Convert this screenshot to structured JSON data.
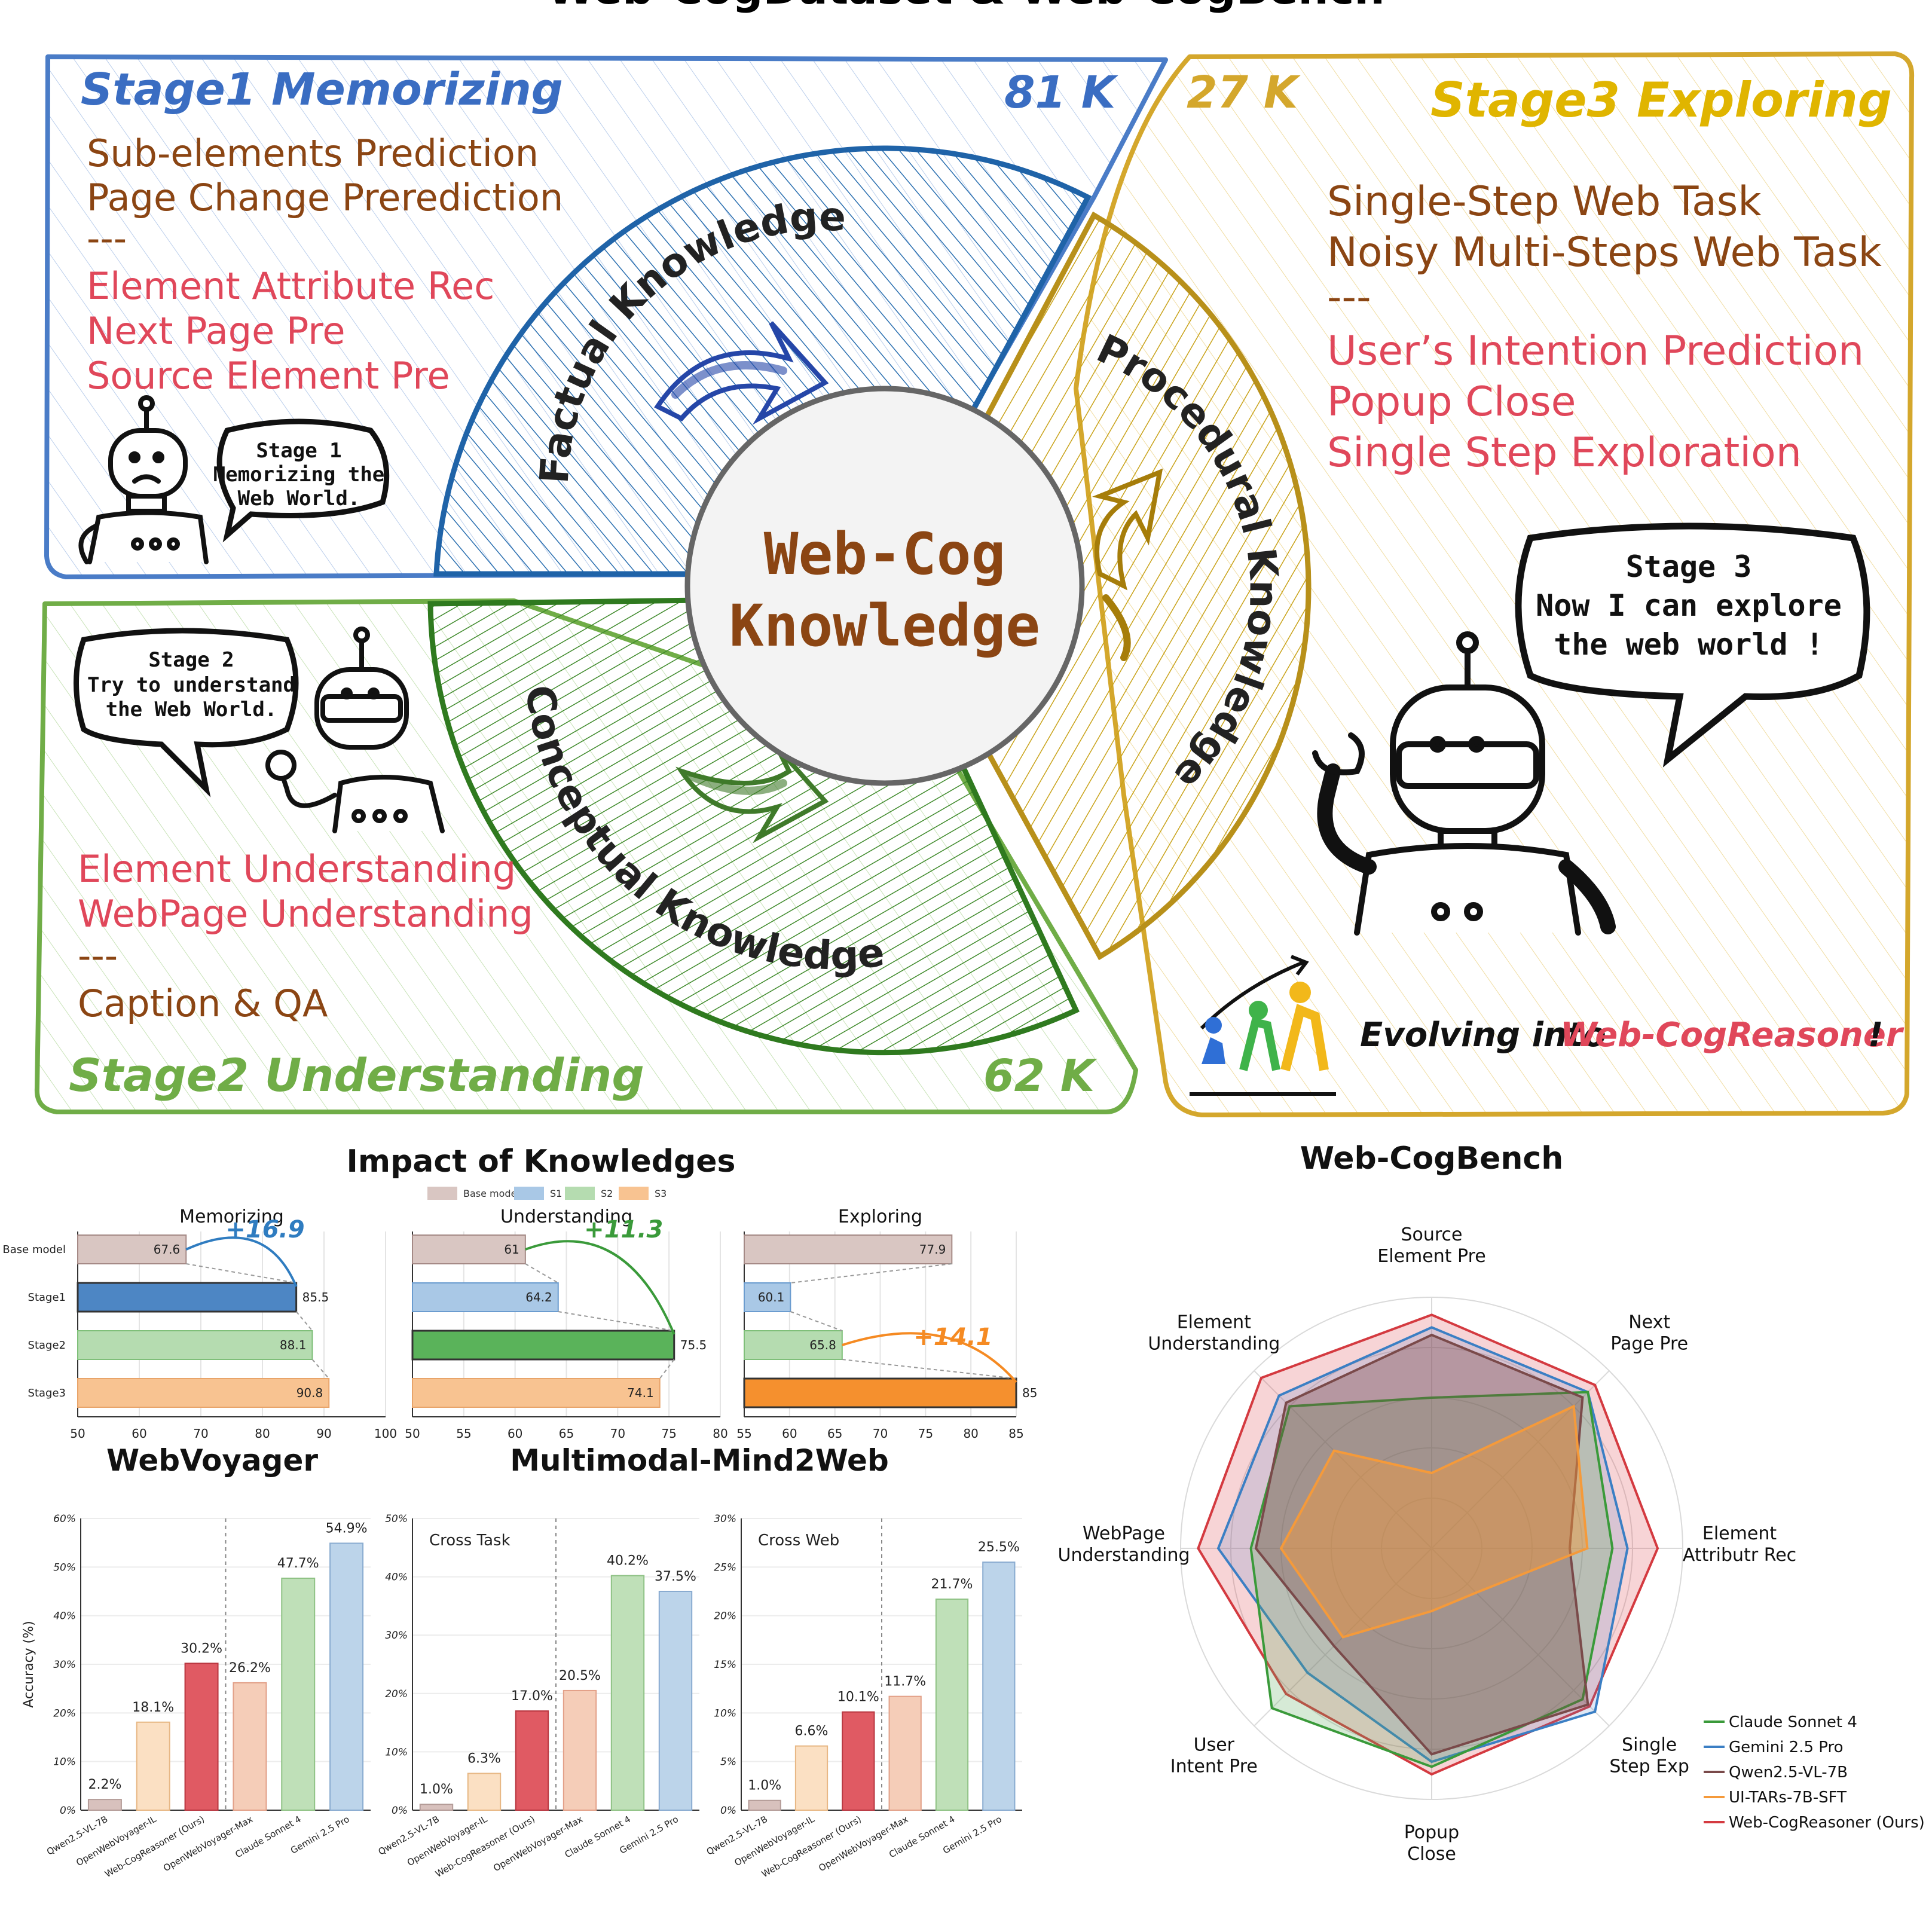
{
  "header_title": "Web-CogDataset & Web-CogBench",
  "stage1": {
    "title": "Stage1 Memorizing",
    "count": "81 K",
    "items_primary": [
      "Sub-elements Prediction",
      "Page Change Prerediction"
    ],
    "separator": "---",
    "items_secondary": [
      "Element Attribute Rec",
      "Next Page Pre",
      "Source Element Pre"
    ],
    "speech": [
      "Stage 1",
      "Memorizing the",
      "Web World."
    ]
  },
  "stage2": {
    "title": "Stage2 Understanding",
    "count": "62 K",
    "items_secondary": [
      "Element Understanding",
      "WebPage Understanding"
    ],
    "separator": "---",
    "items_primary": [
      "Caption & QA"
    ],
    "speech": [
      "Stage 2",
      "Try to understand",
      "the Web World."
    ]
  },
  "stage3": {
    "title": "Stage3 Exploring",
    "count": "27 K",
    "items_primary": [
      "Single-Step Web Task",
      "Noisy Multi-Steps Web Task"
    ],
    "separator": "---",
    "items_secondary": [
      "User’s Intention Prediction",
      "Popup Close",
      "Single Step Exploration"
    ],
    "speech": [
      "Stage 3",
      "Now I can explore",
      "the web world !"
    ],
    "evolving_prefix": "Evolving into",
    "evolving_name": "Web-CogReasoner",
    "evolving_suffix": "!"
  },
  "center": {
    "line1": "Web-Cog",
    "line2": "Knowledge",
    "factual": "Factual Knowledge",
    "conceptual": "Conceptual Knowledge",
    "procedural": "Procedural Knowledge"
  },
  "colors": {
    "blue": "#4a7cc7",
    "green": "#70ad47",
    "yellow": "#d4a72c",
    "brown": "#8b4513",
    "red": "#e0475a",
    "base": "#d9c6c2",
    "s1": "#a9c8e6",
    "s2": "#b5dcb0",
    "s3": "#f8c391",
    "radar_claude": "#3a9a3a",
    "radar_gemini": "#3b7fc4",
    "radar_qwen": "#7a4a4a",
    "radar_uitars": "#f59a3a",
    "radar_ours": "#d43a40"
  },
  "impact": {
    "title": "Impact of Knowledges",
    "legend": [
      "Base model",
      "S1",
      "S2",
      "S3"
    ],
    "row_labels": [
      "Base model",
      "Stage1",
      "Stage2",
      "Stage3"
    ],
    "chart_data": [
      {
        "type": "bar",
        "title": "Memorizing",
        "categories": [
          "Base model",
          "Stage1",
          "Stage2",
          "Stage3"
        ],
        "values": [
          67.6,
          85.5,
          88.1,
          90.8
        ],
        "xlim": [
          50,
          100
        ],
        "ticks": [
          50,
          60,
          70,
          80,
          90,
          100
        ],
        "gain": "+16.9",
        "highlight": 1
      },
      {
        "type": "bar",
        "title": "Understanding",
        "categories": [
          "Base model",
          "Stage1",
          "Stage2",
          "Stage3"
        ],
        "values": [
          61.0,
          64.2,
          75.5,
          74.1
        ],
        "xlim": [
          50,
          80
        ],
        "ticks": [
          50,
          55,
          60,
          65,
          70,
          75,
          80
        ],
        "gain": "+11.3",
        "highlight": 2
      },
      {
        "type": "bar",
        "title": "Exploring",
        "categories": [
          "Base model",
          "Stage1",
          "Stage2",
          "Stage3"
        ],
        "values": [
          77.9,
          60.1,
          65.8,
          85.0
        ],
        "xlim": [
          55,
          85
        ],
        "ticks": [
          55,
          60,
          65,
          70,
          75,
          80,
          85
        ],
        "gain": "+14.1",
        "highlight": 3
      }
    ]
  },
  "webvoyager": {
    "title": "WebVoyager",
    "ylabel": "Accuracy (%)",
    "chart_data": {
      "type": "bar",
      "categories": [
        "Qwen2.5-VL-7B",
        "OpenWebVoyager-IL",
        "Web-CogReasoner (Ours)",
        "OpenWebVoyager-Max",
        "Claude Sonnet 4",
        "Gemini 2.5 Pro"
      ],
      "values": [
        2.2,
        18.1,
        30.2,
        26.2,
        47.7,
        54.9
      ],
      "labels": [
        "2.2%",
        "18.1%",
        "30.2%",
        "26.2%",
        "47.7%",
        "54.9%"
      ],
      "ylim": [
        0,
        60
      ],
      "ticks": [
        "0%",
        "10%",
        "20%",
        "30%",
        "40%",
        "50%",
        "60%"
      ]
    }
  },
  "mind2web": {
    "title": "Multimodal-Mind2Web",
    "chart_data": [
      {
        "type": "bar",
        "title": "Cross Task",
        "categories": [
          "Qwen2.5-VL-7B",
          "OpenWebVoyager-IL",
          "Web-CogReasoner (Ours)",
          "OpenWebVoyager-Max",
          "Claude Sonnet 4",
          "Gemini 2.5 Pro"
        ],
        "values": [
          1.0,
          6.3,
          17.0,
          20.5,
          40.2,
          37.5
        ],
        "labels": [
          "1.0%",
          "6.3%",
          "17.0%",
          "20.5%",
          "40.2%",
          "37.5%"
        ],
        "ylim": [
          0,
          50
        ],
        "ticks": [
          "0%",
          "10%",
          "20%",
          "30%",
          "40%",
          "50%"
        ]
      },
      {
        "type": "bar",
        "title": "Cross Web",
        "categories": [
          "Qwen2.5-VL-7B",
          "OpenWebVoyager-IL",
          "Web-CogReasoner (Ours)",
          "OpenWebVoyager-Max",
          "Claude Sonnet 4",
          "Gemini 2.5 Pro"
        ],
        "values": [
          1.0,
          6.6,
          10.1,
          11.7,
          21.7,
          25.5
        ],
        "labels": [
          "1.0%",
          "6.6%",
          "10.1%",
          "11.7%",
          "21.7%",
          "25.5%"
        ],
        "ylim": [
          0,
          30
        ],
        "ticks": [
          "0%",
          "5%",
          "10%",
          "15%",
          "20%",
          "25%",
          "30%"
        ]
      }
    ]
  },
  "cogbench": {
    "title": "Web-CogBench",
    "chart_data": {
      "type": "radar",
      "axes": [
        "Source Element Pre",
        "Next Page Pre",
        "Element Attributr Rec",
        "Single Step Exp",
        "Popup Close",
        "User Intent Pre",
        "WebPage Understanding",
        "Element Understanding"
      ],
      "axis_lines": [
        [
          "Source",
          "Element Pre"
        ],
        [
          "Next",
          "Page Pre"
        ],
        [
          "Element",
          "Attributr Rec"
        ],
        [
          "Single",
          "Step Exp"
        ],
        [
          "Popup",
          "Close"
        ],
        [
          "User",
          "Intent Pre"
        ],
        [
          "WebPage",
          "Understanding"
        ],
        [
          "Element",
          "Understanding"
        ]
      ],
      "series": [
        {
          "name": "Claude Sonnet 4",
          "values": [
            0.6,
            0.88,
            0.72,
            0.85,
            0.87,
            0.9,
            0.72,
            0.8
          ]
        },
        {
          "name": "Gemini 2.5 Pro",
          "values": [
            0.88,
            0.88,
            0.78,
            0.92,
            0.85,
            0.7,
            0.85,
            0.86
          ]
        },
        {
          "name": "Qwen2.5-VL-7B",
          "values": [
            0.85,
            0.85,
            0.55,
            0.88,
            0.82,
            0.55,
            0.7,
            0.82
          ]
        },
        {
          "name": "UI-TARs-7B-SFT",
          "values": [
            0.3,
            0.8,
            0.62,
            0.25,
            0.25,
            0.5,
            0.6,
            0.55
          ]
        },
        {
          "name": "Web-CogReasoner (Ours)",
          "values": [
            0.93,
            0.92,
            0.9,
            0.89,
            0.9,
            0.82,
            0.93,
            0.96
          ]
        }
      ]
    }
  }
}
